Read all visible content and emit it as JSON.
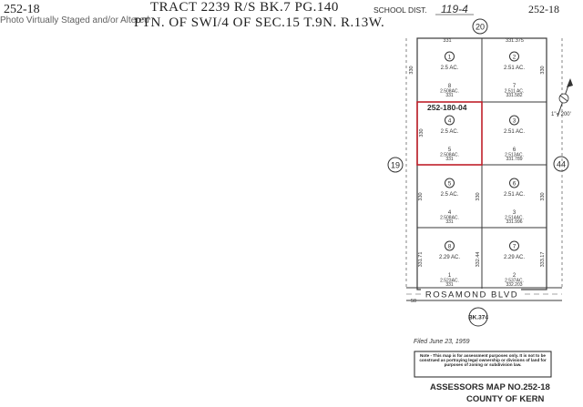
{
  "watermark": "Photo Virtually Staged and/or Altered",
  "header": {
    "page_left": "252-18",
    "tract_title": "TRACT 2239 R/S BK.7 PG.140",
    "portion_title": "PTN. OF SWI/4 OF SEC.15 T.9N. R.13W.",
    "school_label": "SCHOOL DIST.",
    "school_value": "119-4",
    "page_right": "252-18"
  },
  "streets": {
    "north": "20",
    "west": "19",
    "east": "44",
    "south": "ROSAMOND BLVD",
    "book": "BK.374"
  },
  "highlight": {
    "apn": "252-180-04",
    "color": "#c0202a"
  },
  "parcels": [
    {
      "num": "1",
      "acres": "2.5 AC.",
      "lot": "8",
      "lot_acres": "2.508AC.",
      "lot_ref": "331"
    },
    {
      "num": "2",
      "acres": "2.51 AC.",
      "lot": "7",
      "lot_acres": "2.511 AC.",
      "lot_ref": "331.582"
    },
    {
      "num": "4",
      "acres": "2.5 AC.",
      "lot": "5",
      "lot_acres": "2.508AC.",
      "lot_ref": "331"
    },
    {
      "num": "3",
      "acres": "2.51 AC.",
      "lot": "6",
      "lot_acres": "2.513AC.",
      "lot_ref": "331.789"
    },
    {
      "num": "5",
      "acres": "2.5 AC.",
      "lot": "4",
      "lot_acres": "2.508AC.",
      "lot_ref": "331"
    },
    {
      "num": "6",
      "acres": "2.51 AC.",
      "lot": "3",
      "lot_acres": "2.514AC.",
      "lot_ref": "331.996"
    },
    {
      "num": "8",
      "acres": "2.29 AC.",
      "lot": "1",
      "lot_acres": "2.523AC.",
      "lot_ref": "331"
    },
    {
      "num": "7",
      "acres": "2.29 AC.",
      "lot": "2",
      "lot_acres": "2.537AC.",
      "lot_ref": "332.203"
    }
  ],
  "dimensions": {
    "top_left": "331",
    "top_right": "331.375",
    "left_side_1": "330",
    "left_side_2": "330",
    "left_side_3": "330",
    "left_side_4": "331.71",
    "mid_1": "330",
    "mid_2": "332.44",
    "right_side_1": "330",
    "right_side_2": "330",
    "right_side_3": "333.17",
    "lower_left_top": "330",
    "lower_mid_top": "330",
    "south_offset": "50"
  },
  "scale": "1\"= 200'",
  "filed": "Filed   June 23, 1959",
  "note": "Note - This map is for assessment purposes only. It is not to be construed as portraying legal ownership or divisions of land for purposes of zoning or subdivision law.",
  "footer": {
    "map_no": "ASSESSORS MAP NO.252-18",
    "county": "COUNTY OF KERN"
  }
}
